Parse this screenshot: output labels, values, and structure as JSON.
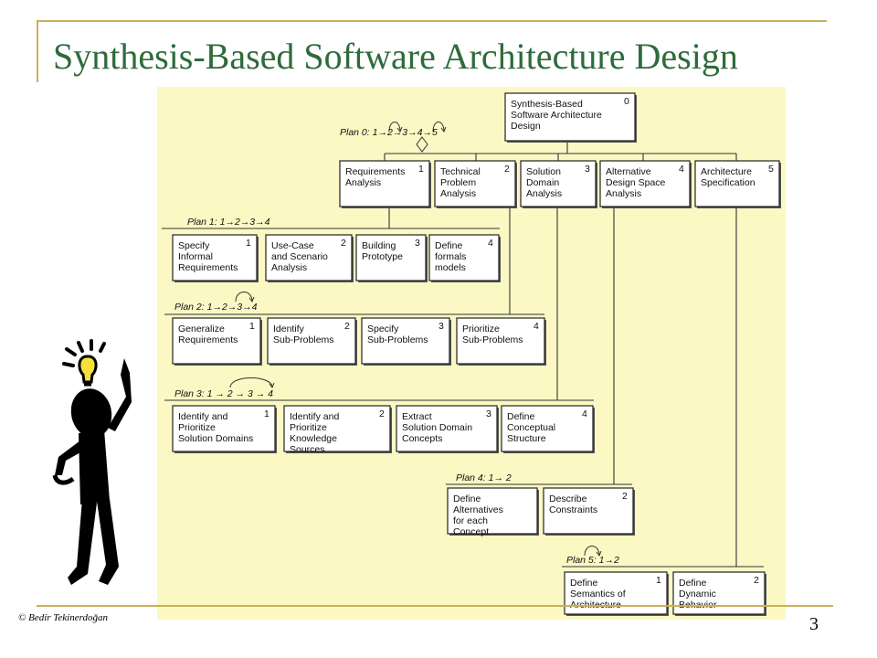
{
  "slide": {
    "title": "Synthesis-Based Software Architecture Design",
    "footer": "© Bedir Tekinerdoğan",
    "page_number": "3"
  },
  "colors": {
    "title": "#2e6b3a",
    "frame": "#c9b15a",
    "panel": "#fbf8c4",
    "box_fill": "#ffffff",
    "bulb": "#f6e03c"
  },
  "diagram": {
    "root": {
      "number": "0",
      "lines": [
        "Synthesis-Based",
        "Software Architecture",
        "Design"
      ]
    },
    "plans": [
      {
        "label": "Plan 0: 1→2→3→4→5"
      },
      {
        "label": "Plan 1: 1→2→3→4"
      },
      {
        "label": "Plan 2: 1→2→3→4"
      },
      {
        "label": "Plan 3: 1 → 2 → 3 → 4"
      },
      {
        "label": "Plan 4: 1→ 2"
      },
      {
        "label": "Plan 5: 1→2"
      }
    ],
    "phases": [
      {
        "number": "1",
        "lines": [
          "Requirements",
          "Analysis"
        ]
      },
      {
        "number": "2",
        "lines": [
          "Technical",
          "Problem",
          "Analysis"
        ]
      },
      {
        "number": "3",
        "lines": [
          "Solution",
          "Domain",
          "Analysis"
        ]
      },
      {
        "number": "4",
        "lines": [
          "Alternative",
          "Design Space",
          "Analysis"
        ]
      },
      {
        "number": "5",
        "lines": [
          "Architecture",
          "Specification"
        ]
      }
    ],
    "plan1_tasks": [
      {
        "number": "1",
        "lines": [
          "Specify",
          "Informal",
          "Requirements"
        ]
      },
      {
        "number": "2",
        "lines": [
          "Use-Case",
          "and Scenario",
          "Analysis"
        ]
      },
      {
        "number": "3",
        "lines": [
          "Building",
          "Prototype"
        ]
      },
      {
        "number": "4",
        "lines": [
          "Define",
          "formals",
          "models"
        ]
      }
    ],
    "plan2_tasks": [
      {
        "number": "1",
        "lines": [
          "Generalize",
          "Requirements"
        ]
      },
      {
        "number": "2",
        "lines": [
          "Identify",
          "Sub-Problems"
        ]
      },
      {
        "number": "3",
        "lines": [
          "Specify",
          "Sub-Problems"
        ]
      },
      {
        "number": "4",
        "lines": [
          "Prioritize",
          "Sub-Problems"
        ]
      }
    ],
    "plan3_tasks": [
      {
        "number": "1",
        "lines": [
          "Identify and",
          "Prioritize",
          "Solution Domains"
        ]
      },
      {
        "number": "2",
        "lines": [
          "Identify and",
          "Prioritize",
          "Knowledge",
          "Sources"
        ]
      },
      {
        "number": "3",
        "lines": [
          "Extract",
          "Solution Domain",
          "Concepts"
        ]
      },
      {
        "number": "4",
        "lines": [
          "Define",
          "Conceptual",
          "Structure"
        ]
      }
    ],
    "plan4_tasks": [
      {
        "number": "",
        "lines": [
          "Define",
          "Alternatives",
          "for each",
          "Concept"
        ]
      },
      {
        "number": "2",
        "lines": [
          "Describe",
          "Constraints"
        ]
      }
    ],
    "plan5_tasks": [
      {
        "number": "1",
        "lines": [
          "Define",
          "Semantics of",
          "Architecture"
        ]
      },
      {
        "number": "2",
        "lines": [
          "Define",
          "Dynamic",
          "Behavior"
        ]
      }
    ]
  }
}
